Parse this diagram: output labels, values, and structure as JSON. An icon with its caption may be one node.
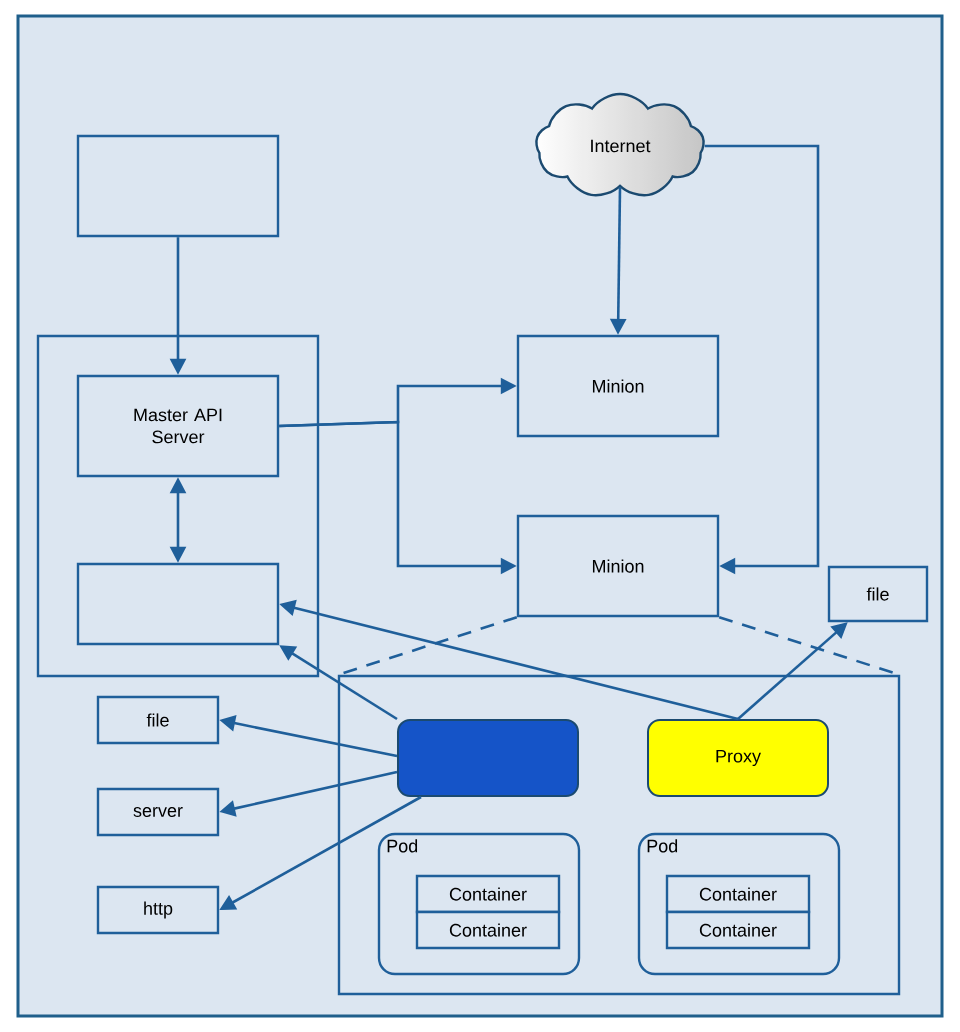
{
  "diagram": {
    "nodes": [
      {
        "text": [],
        "shape": "box"
      },
      {
        "text": [],
        "shape": "box"
      },
      {
        "text": [
          "Master API Server"
        ],
        "in": 1
      },
      {
        "text": [],
        "shape": "box",
        "in": 1
      },
      {
        "text": [
          "Internet"
        ]
      },
      {
        "text": [
          "Minion"
        ]
      },
      {
        "text": [
          "Minion"
        ]
      },
      {
        "text": [
          "file"
        ]
      },
      {
        "text": [],
        "shape": "box"
      },
      {
        "text": [
          "file"
        ]
      },
      {
        "text": [
          "server"
        ]
      },
      {
        "text": [
          "http"
        ]
      },
      {
        "text": [],
        "shape": "box",
        "in": 8
      },
      {
        "text": [
          "Proxy"
        ],
        "in": 8
      },
      {
        "text": [
          "Pod"
        ],
        "in": 8
      },
      {
        "text": [
          "Container"
        ],
        "in": 14
      },
      {
        "text": [
          "Container"
        ],
        "in": 14
      },
      {
        "text": [
          "Pod"
        ],
        "in": 8
      },
      {
        "text": [
          "Container"
        ],
        "in": 17
      },
      {
        "text": [
          "Container"
        ],
        "in": 17
      }
    ],
    "edges": [
      {
        "from": 0,
        "to": 2,
        "arrow": "to"
      },
      {
        "from": 2,
        "to": 3,
        "arrow": "both"
      },
      {
        "from": 2,
        "to": 5,
        "arrow": "to"
      },
      {
        "from": 2,
        "to": 6,
        "arrow": "to"
      },
      {
        "from": 4,
        "to": 5,
        "arrow": "to"
      },
      {
        "from": 4,
        "to": 6,
        "arrow": "to"
      },
      {
        "from": 12,
        "to": 3,
        "arrow": "to"
      },
      {
        "from": 13,
        "to": 3,
        "arrow": "to"
      },
      {
        "from": 13,
        "to": 7,
        "arrow": "to"
      },
      {
        "from": 12,
        "to": 9,
        "arrow": "to"
      },
      {
        "from": 12,
        "to": 10,
        "arrow": "to"
      },
      {
        "from": 12,
        "to": 11,
        "arrow": "to"
      },
      {
        "from": 6,
        "to": 8,
        "arrow": "none",
        "style": "dashed"
      },
      {
        "from": 6,
        "to": 8,
        "arrow": "none",
        "style": "dashed"
      }
    ]
  }
}
